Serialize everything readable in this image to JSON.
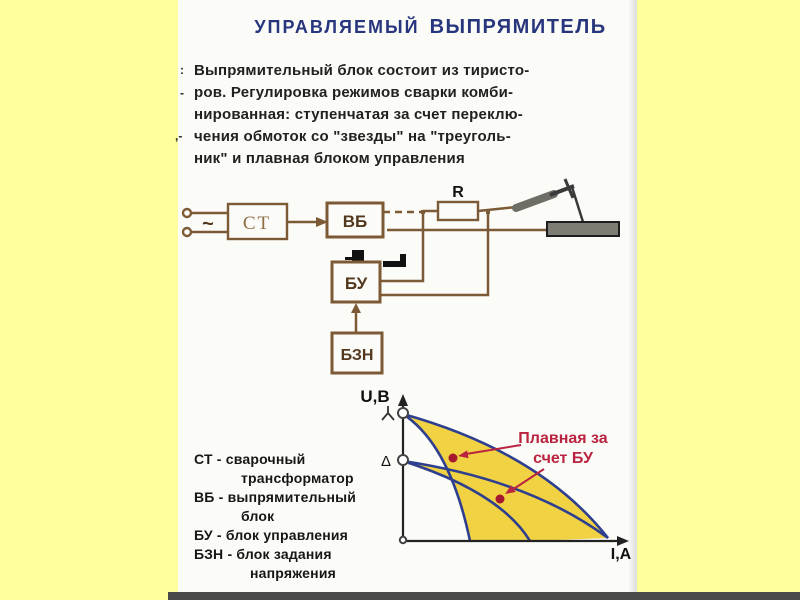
{
  "colors": {
    "page_background": "#FFFF9C",
    "panel_background": "#FBFBF8",
    "title_blue": "#28367E",
    "body_text": "#212121",
    "circuit_brown": "#7C5A36",
    "circuit_label_brown": "#54381E",
    "st_label_brown": "#8F6D45",
    "chart_region_yellow": "#F0D242",
    "chart_curve_blue": "#2F3F8F",
    "annotation_red": "#BA2440",
    "workpiece_gray": "#7D7D73",
    "bottom_bar_gray": "#4A4A4A"
  },
  "title": {
    "word1": "УПРАВЛЯЕМЫЙ",
    "word2": "ВЫПРЯМИТЕЛЬ"
  },
  "edge_marks": {
    "m1": ":",
    "m2": "-",
    "m3": ",-"
  },
  "paragraph": {
    "lines": [
      "Выпрямительный блок состоит из тиристо-",
      "ров. Регулировка режимов сварки комби-",
      "нированная: ступенчатая за счет переклю-",
      "чения обмоток со \"звезды\" на \"треуголь-",
      "ник\" и плавная блоком управления"
    ]
  },
  "circuit": {
    "ac": "~",
    "st": "СТ",
    "vb": "ВБ",
    "bu": "БУ",
    "bzn": "БЗН",
    "r": "R"
  },
  "legend": {
    "lines": [
      {
        "text": "СТ - сварочный",
        "indent": false
      },
      {
        "text": "трансформатор",
        "indent": true
      },
      {
        "text": "ВБ - выпрямительный",
        "indent": false
      },
      {
        "text": "блок",
        "indent": true
      },
      {
        "text": "БУ - блок управления",
        "indent": false
      },
      {
        "text": "БЗН - блок задания",
        "indent": false
      },
      {
        "text": "напряжения",
        "indent": true
      }
    ]
  },
  "chart_data": {
    "type": "line",
    "xlabel": "I,A",
    "ylabel": "U,B",
    "x_ticks": [],
    "y_ticks": [],
    "grid": false,
    "y_axis_markers": [
      {
        "symbol": "Y",
        "meaning": "звезда",
        "u_fraction": 0.89
      },
      {
        "symbol": "Δ",
        "meaning": "треугольник",
        "u_fraction": 0.57
      }
    ],
    "curves": [
      {
        "family": "звезда",
        "bound": "lower",
        "start": [
          0,
          0.89
        ],
        "end": [
          0.3,
          0
        ]
      },
      {
        "family": "звезда",
        "bound": "upper",
        "start": [
          0,
          0.89
        ],
        "end": [
          0.91,
          0
        ]
      },
      {
        "family": "треугольник",
        "bound": "lower",
        "start": [
          0,
          0.57
        ],
        "end": [
          0.56,
          0
        ]
      },
      {
        "family": "треугольник",
        "bound": "upper",
        "start": [
          0,
          0.57
        ],
        "end": [
          0.91,
          0
        ]
      }
    ],
    "shaded_regions_color": "#F0D242",
    "annotation": {
      "line1": "Плавная за",
      "line2": "счет БУ"
    }
  }
}
